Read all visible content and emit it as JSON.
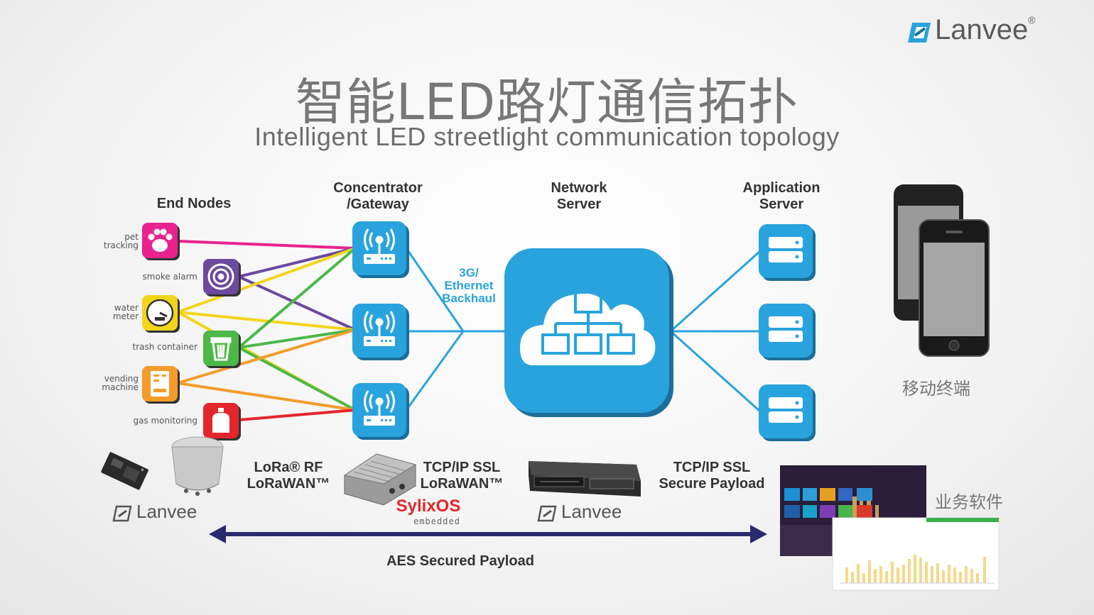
{
  "brand": {
    "name": "Lanvee",
    "mark": "®",
    "accent": "#29a3dd",
    "accent_dark": "#1b6f9a"
  },
  "title": {
    "cn": "智能LED路灯通信拓扑",
    "en": "Intelligent LED streetlight communication topology"
  },
  "columns": {
    "end_nodes": "End Nodes",
    "concentrator": "Concentrator\n/Gateway",
    "network_server": "Network\nServer",
    "application_server": "Application\nServer"
  },
  "backhaul_label": "3G/\nEthernet\nBackhaul",
  "end_nodes": [
    {
      "label": "pet\ntracking",
      "color": "#e8238f",
      "icon": "paw-icon"
    },
    {
      "label": "smoke alarm",
      "color": "#6b4aa0",
      "icon": "smoke-detector-icon"
    },
    {
      "label": "water\nmeter",
      "color": "#f2d51b",
      "icon": "gauge-icon"
    },
    {
      "label": "trash container",
      "color": "#4cb848",
      "icon": "trash-bin-icon"
    },
    {
      "label": "vending\nmachine",
      "color": "#f39c2b",
      "icon": "vending-machine-icon"
    },
    {
      "label": "gas monitoring",
      "color": "#e3262b",
      "icon": "gas-tank-icon"
    }
  ],
  "mobile_label": "移动终端",
  "software_label": "业务软件",
  "bottom": {
    "lora_rf": "LoRa® RF\nLoRaWAN™",
    "tcp_gateway": "TCP/IP SSL\nLoRaWAN™",
    "sylixos": "SylixOS",
    "sylixos_sub": "embedded",
    "tcp_secure": "TCP/IP SSL\nSecure Payload",
    "aes": "AES Secured Payload",
    "logo_under_module": "Lanvee",
    "logo_under_server": "Lanvee"
  },
  "colors": {
    "wire_pet": "#e8238f",
    "wire_smoke": "#6b4aa0",
    "wire_water": "#f2d51b",
    "wire_trash": "#4cb848",
    "wire_vending": "#f39c2b",
    "wire_gas": "#e3262b",
    "arrow": "#2b2a6e"
  }
}
